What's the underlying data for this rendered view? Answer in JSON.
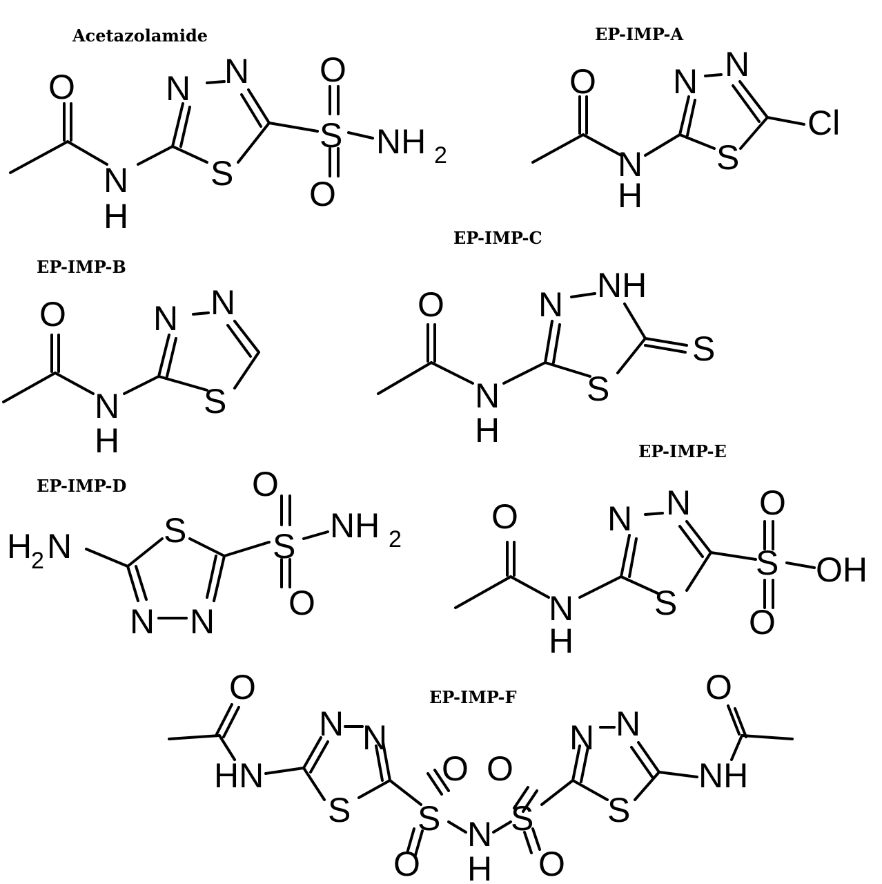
{
  "figure": {
    "molecules": [
      {
        "title": "Acetazolamide",
        "atoms": {
          "O1": "O",
          "N1": "N",
          "H1": "H",
          "N2": "N",
          "N3": "N",
          "S1": "S",
          "S2": "S",
          "O2": "O",
          "O3": "O",
          "NH2": "NH",
          "sub": "2"
        }
      },
      {
        "title": "EP-IMP-A",
        "atoms": {
          "O1": "O",
          "N1": "N",
          "H1": "H",
          "N2": "N",
          "N3": "N",
          "S1": "S",
          "Cl": "Cl"
        }
      },
      {
        "title": "EP-IMP-B",
        "atoms": {
          "O1": "O",
          "N1": "N",
          "H1": "H",
          "N2": "N",
          "N3": "N",
          "S1": "S"
        }
      },
      {
        "title": "EP-IMP-C",
        "atoms": {
          "O1": "O",
          "N1": "N",
          "H1": "H",
          "N2": "N",
          "NH": "NH",
          "S1": "S",
          "S2": "S"
        }
      },
      {
        "title": "EP-IMP-D",
        "atoms": {
          "H2N_H": "H",
          "H2N_sub": "2",
          "H2N_N": "N",
          "S1": "S",
          "N2": "N",
          "N3": "N",
          "S2": "S",
          "O1": "O",
          "O2": "O",
          "NH2": "NH",
          "sub": "2"
        }
      },
      {
        "title": "EP-IMP-E",
        "atoms": {
          "O1": "O",
          "N1": "N",
          "H1": "H",
          "N2": "N",
          "N3": "N",
          "S1": "S",
          "S2": "S",
          "O2": "O",
          "O3": "O",
          "OH": "OH"
        }
      },
      {
        "title": "EP-IMP-F",
        "atoms": {
          "O1": "O",
          "HN1": "HN",
          "N2": "N",
          "N3": "N",
          "S1": "S",
          "S2": "S",
          "O2": "O",
          "O3": "O",
          "N4": "N",
          "H4": "H",
          "S3": "S",
          "O4": "O",
          "O5": "O",
          "N5": "N",
          "N6": "N",
          "S4": "S",
          "NH2": "NH",
          "O6": "O"
        }
      }
    ]
  }
}
